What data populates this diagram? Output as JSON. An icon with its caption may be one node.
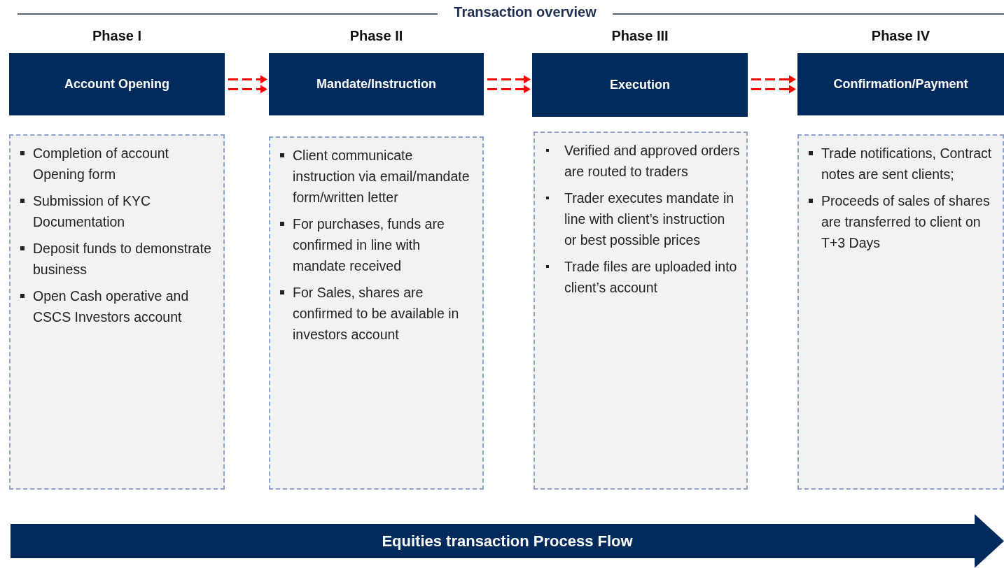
{
  "diagram": {
    "title": "Transaction overview",
    "nodes": [
      {
        "text": [
          "Phase I",
          "Account Opening"
        ]
      },
      {
        "text": [
          "Phase II",
          "Mandate/Instruction"
        ]
      },
      {
        "text": [
          "Phase III",
          "Execution"
        ]
      },
      {
        "text": [
          "Phase IV",
          "Confirmation/Payment"
        ]
      },
      {
        "text": [
          "Completion of account Opening form",
          "Submission of KYC Documentation",
          "Deposit funds to demonstrate business",
          "Open Cash operative and CSCS Investors account"
        ]
      },
      {
        "text": [
          "Client communicate instruction via email/mandate form/written letter",
          "For purchases, funds are confirmed in line with mandate received",
          "For Sales, shares are confirmed to be available in investors account"
        ]
      },
      {
        "text": [
          "Verified and approved orders are routed to traders",
          "Trader executes mandate in line with client’s instruction or best possible prices",
          "Trade files are uploaded into client’s account"
        ]
      },
      {
        "text": [
          "Trade notifications, Contract notes are sent clients;",
          "Proceeds of sales of shares are transferred to client on T+3 Days"
        ]
      },
      {
        "text": [
          "Equities transaction Process Flow"
        ]
      }
    ],
    "edges": [
      {
        "from": 0,
        "to": 1,
        "arrow": "to",
        "style": "dashed",
        "color": "#ff0000"
      },
      {
        "from": 1,
        "to": 2,
        "arrow": "to",
        "style": "dashed",
        "color": "#ff0000"
      },
      {
        "from": 2,
        "to": 3,
        "arrow": "to",
        "style": "dashed",
        "color": "#ff0000"
      }
    ]
  }
}
